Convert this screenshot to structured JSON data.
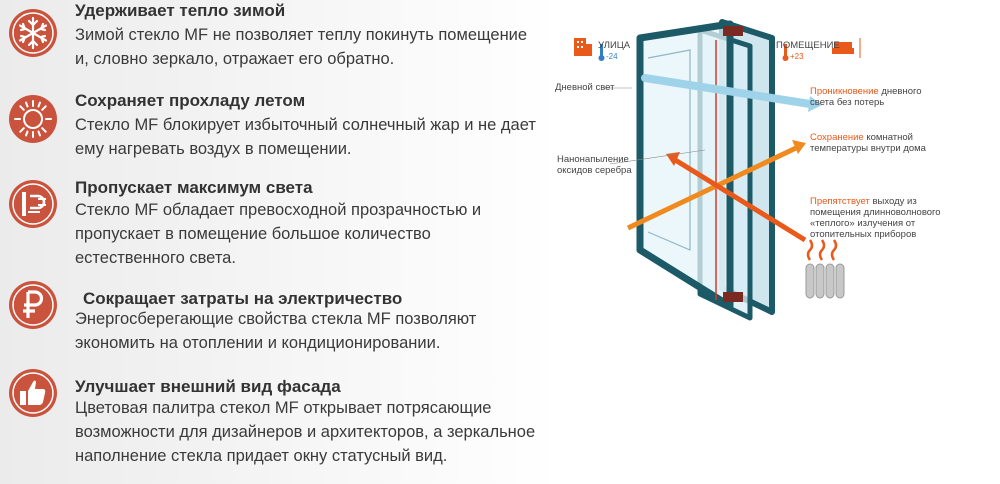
{
  "benefits": [
    {
      "title": "Удерживает тепло зимой",
      "line1": "Зимой стекло MF не позволяет теплу покинуть помещение",
      "line2": "и, словно зеркало, отражает его обратно.",
      "icon": "snowflake-icon"
    },
    {
      "title": "Сохраняет прохладу летом",
      "line1": "Стекло MF блокирует избыточный солнечный жар и не дает",
      "line2": "ему нагревать воздух в помещении.",
      "icon": "sun-icon"
    },
    {
      "title": "Пропускает максимум света",
      "line1": "Стекло MF обладает превосходной прозрачностью и",
      "line2": "пропускает в помещение большое количество",
      "line3": "естественного света.",
      "icon": "heat-shield-icon"
    },
    {
      "title": "Сокращает затраты на электричество",
      "line1": "Энергосберегающие свойства стекла MF позволяют",
      "line2": "экономить на отоплении и кондиционировании.",
      "icon": "ruble-icon"
    },
    {
      "title": "Улучшает внешний вид фасада",
      "line1": "Цветовая палитра стекол MF открывает потрясающие",
      "line2": "возможности для дизайнеров и архитекторов, а зеркальное",
      "line3": "наполнение стекла придает окну статусный вид.",
      "icon": "thumbs-up-icon"
    }
  ],
  "diagram": {
    "street_label": "УЛИЦА",
    "street_temp": "-24",
    "room_label": "ПОМЕЩЕНИЕ",
    "room_temp": "+23",
    "daylight_label": "Дневной свет",
    "coating_line1": "Нанонапыление",
    "coating_line2": "оксидов серебра",
    "note1_hl": "Проникновение",
    "note1_rest": " дневного",
    "note1_line2": "света без потерь",
    "note2_hl": "Сохранение",
    "note2_rest": " комнатной",
    "note2_line2": "температуры внутри дома",
    "note3_hl": "Препятствует",
    "note3_rest": " выходу из",
    "note3_line2": "помещения длинноволнового",
    "note3_line3": "«теплого» излучения от",
    "note3_line4": "отопительных приборов"
  },
  "colors": {
    "icon_red": "#c9533d",
    "accent_orange": "#e8591a",
    "cold_blue": "#2f7fc6",
    "frame_teal": "#1b5a66"
  }
}
